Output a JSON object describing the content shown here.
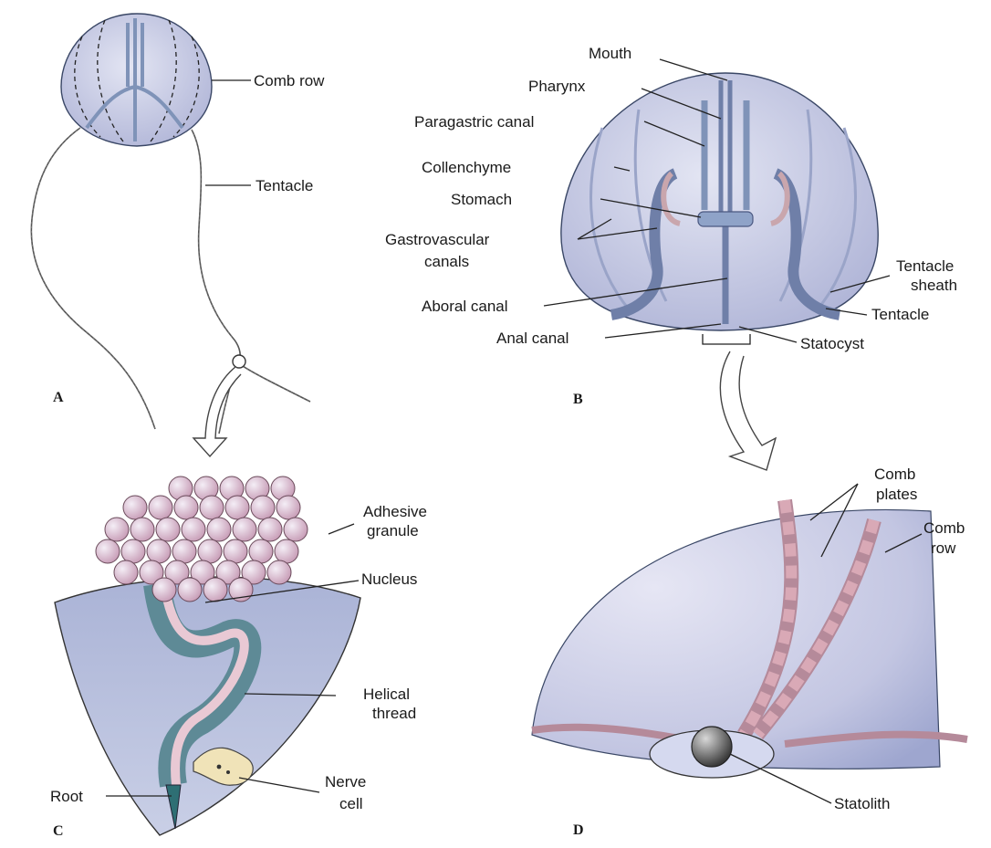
{
  "panels": {
    "a": {
      "letter": "A",
      "labels": {
        "comb_row": "Comb row",
        "tentacle": "Tentacle"
      }
    },
    "b": {
      "letter": "B",
      "labels": {
        "mouth": "Mouth",
        "pharynx": "Pharynx",
        "paragastric_canal": "Paragastric canal",
        "collenchyme": "Collenchyme",
        "stomach": "Stomach",
        "gastrovascular_1": "Gastrovascular",
        "gastrovascular_2": "canals",
        "aboral_canal": "Aboral canal",
        "anal_canal": "Anal canal",
        "tentacle_sheath_1": "Tentacle",
        "tentacle_sheath_2": "sheath",
        "tentacle": "Tentacle",
        "statocyst": "Statocyst"
      }
    },
    "c": {
      "letter": "C",
      "labels": {
        "adhesive_1": "Adhesive",
        "adhesive_2": "granule",
        "nucleus": "Nucleus",
        "helical_1": "Helical",
        "helical_2": "thread",
        "root": "Root",
        "nerve_1": "Nerve",
        "nerve_2": "cell"
      }
    },
    "d": {
      "letter": "D",
      "labels": {
        "comb_plates_1": "Comb",
        "comb_plates_2": "plates",
        "comb_row_1": "Comb",
        "comb_row_2": "row",
        "statolith": "Statolith"
      }
    }
  },
  "colors": {
    "body_fill": "#c9cce6",
    "canal": "#7f93b8",
    "granule": "#d8b6c8",
    "cell_cone": "#b7c0dd",
    "thread": "#6f9aa4",
    "comb_plate": "#d9a9b6"
  }
}
